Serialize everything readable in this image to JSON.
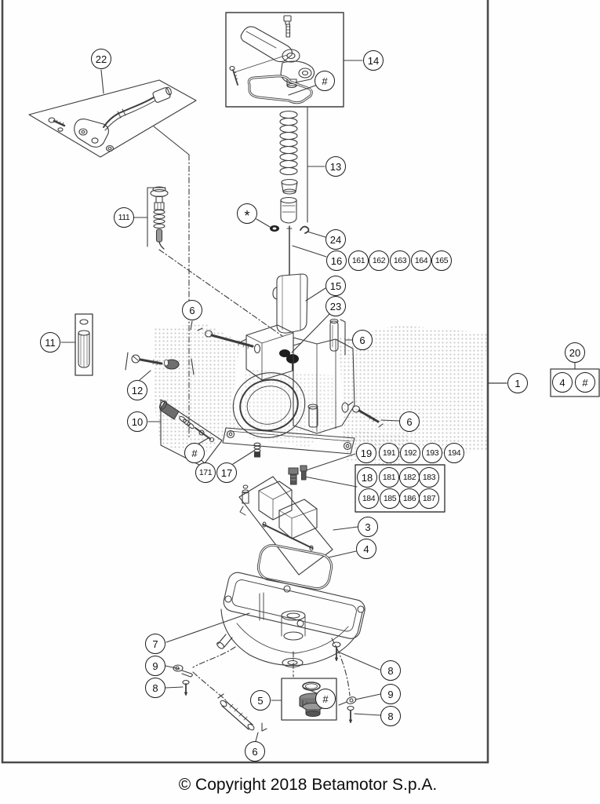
{
  "figure": {
    "type": "exploded-parts-diagram",
    "subject": "Carburetor",
    "footer_copyright": "© Copyright 2018 Betamotor S.p.A.",
    "callouts": {
      "part22": "22",
      "part14": "14",
      "hash_cover_gasket": "#",
      "part13": "13",
      "part111": "111",
      "star": "*",
      "part24": "24",
      "part16": "16",
      "part161": "161",
      "part162": "162",
      "part163": "163",
      "part164": "164",
      "part165": "165",
      "part15": "15",
      "part23": "23",
      "part6_top": "6",
      "part6_right": "6",
      "part6_mid": "6",
      "part6_bottom": "6",
      "part11": "11",
      "part12": "12",
      "part10": "10",
      "hash_10": "#",
      "part171": "171",
      "part17": "17",
      "part19": "19",
      "part191": "191",
      "part192": "192",
      "part193": "193",
      "part194": "194",
      "part18": "18",
      "part181": "181",
      "part182": "182",
      "part183": "183",
      "part184": "184",
      "part185": "185",
      "part186": "186",
      "part187": "187",
      "part3": "3",
      "part4": "4",
      "part1": "1",
      "part20": "20",
      "kit_part4": "4",
      "kit_hash": "#",
      "part7": "7",
      "part9_left": "9",
      "part8_left": "8",
      "part8_right_top": "8",
      "part5": "5",
      "hash_5": "#",
      "part9_right": "9",
      "part8_right_bottom": "8"
    }
  }
}
